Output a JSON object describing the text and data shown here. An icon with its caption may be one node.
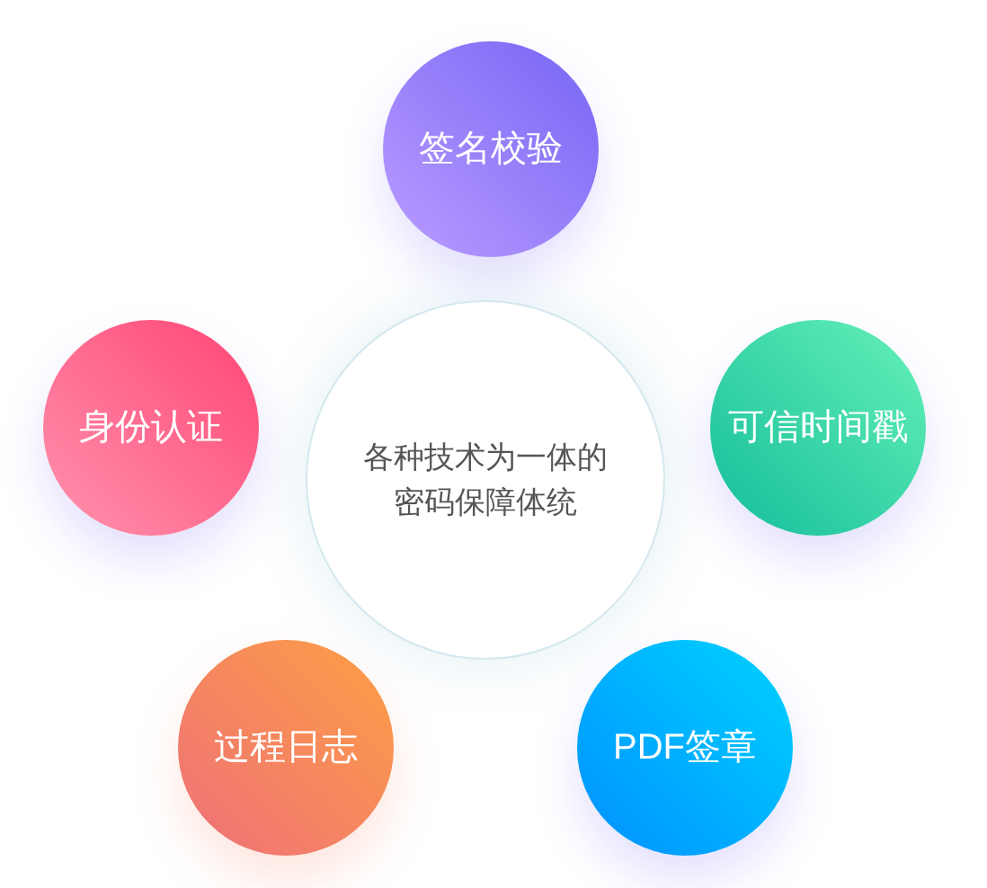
{
  "diagram": {
    "nodes": [
      {
        "text": [
          "签名校验"
        ]
      },
      {
        "text": [
          "身份认证"
        ]
      },
      {
        "text": [
          "各种技术为一体的密码保障体统"
        ]
      },
      {
        "text": [
          "可信时间戳"
        ]
      },
      {
        "text": [
          "过程日志"
        ]
      },
      {
        "text": [
          "PDF签章"
        ]
      }
    ]
  }
}
